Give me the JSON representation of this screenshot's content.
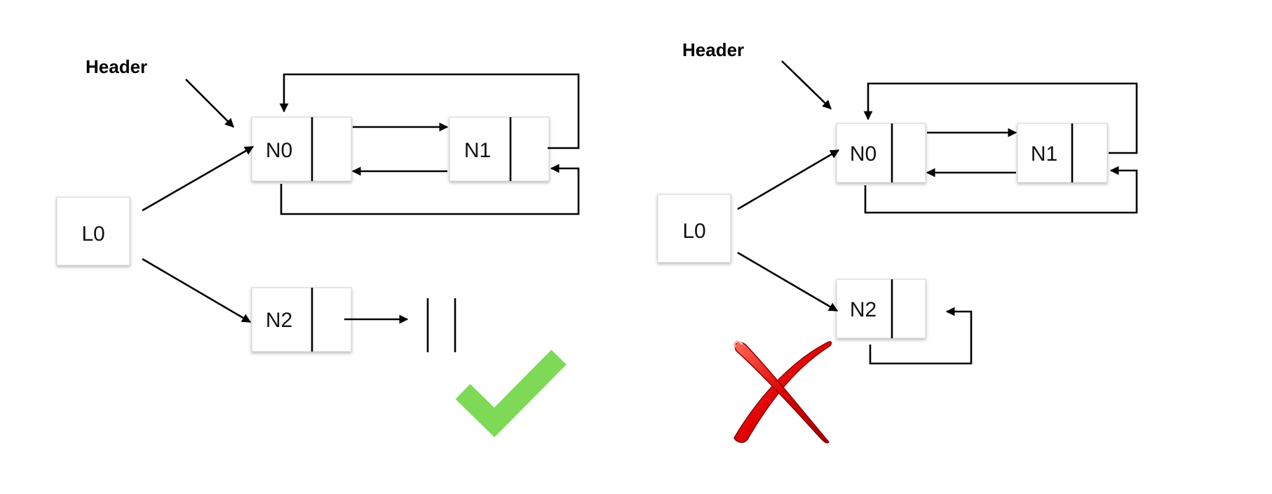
{
  "colors": {
    "background": "#ffffff",
    "line": "#000000",
    "check": "#7ed957",
    "cross": "#d40000"
  },
  "left_panel": {
    "header": "Header",
    "nodes": {
      "l0": "L0",
      "n0": "N0",
      "n1": "N1",
      "n2": "N2"
    },
    "verdict_icon": "checkmark-icon"
  },
  "right_panel": {
    "header": "Header",
    "nodes": {
      "l0": "L0",
      "n0": "N0",
      "n1": "N1",
      "n2": "N2"
    },
    "verdict_icon": "cross-mark-icon"
  }
}
